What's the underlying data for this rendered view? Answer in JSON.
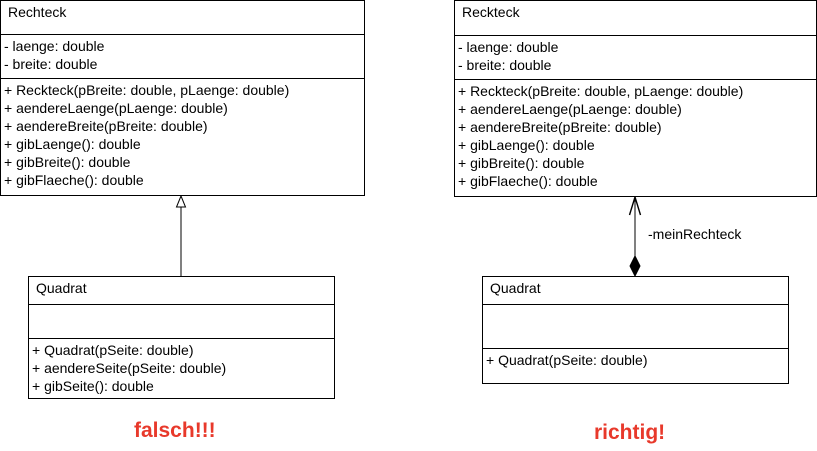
{
  "left_diagram": {
    "parent": {
      "name": "Rechteck",
      "attributes": [
        "- laenge: double",
        "- breite: double"
      ],
      "methods": [
        "+ Reckteck(pBreite: double, pLaenge: double)",
        "+ aendereLaenge(pLaenge: double)",
        "+ aendereBreite(pBreite: double)",
        "+ gibLaenge(): double",
        "+ gibBreite(): double",
        "+ gibFlaeche(): double"
      ]
    },
    "child": {
      "name": "Quadrat",
      "attributes": [],
      "methods": [
        "+ Quadrat(pSeite: double)",
        "+ aendereSeite(pSeite: double)",
        "+ gibSeite(): double"
      ]
    },
    "relation": "inheritance",
    "verdict": "falsch!!!"
  },
  "right_diagram": {
    "parent": {
      "name": "Reckteck",
      "attributes": [
        "- laenge: double",
        "- breite: double"
      ],
      "methods": [
        "+ Reckteck(pBreite: double, pLaenge: double)",
        "+ aendereLaenge(pLaenge: double)",
        "+ aendereBreite(pBreite: double)",
        "+ gibLaenge(): double",
        "+ gibBreite(): double",
        "+ gibFlaeche(): double"
      ]
    },
    "child": {
      "name": "Quadrat",
      "attributes": [],
      "methods": [
        "+ Quadrat(pSeite: double)"
      ]
    },
    "relation": "composition",
    "relation_label": "-meinRechteck",
    "verdict": "richtig!"
  },
  "colors": {
    "verdict": "#e8392b",
    "line": "#000000"
  }
}
